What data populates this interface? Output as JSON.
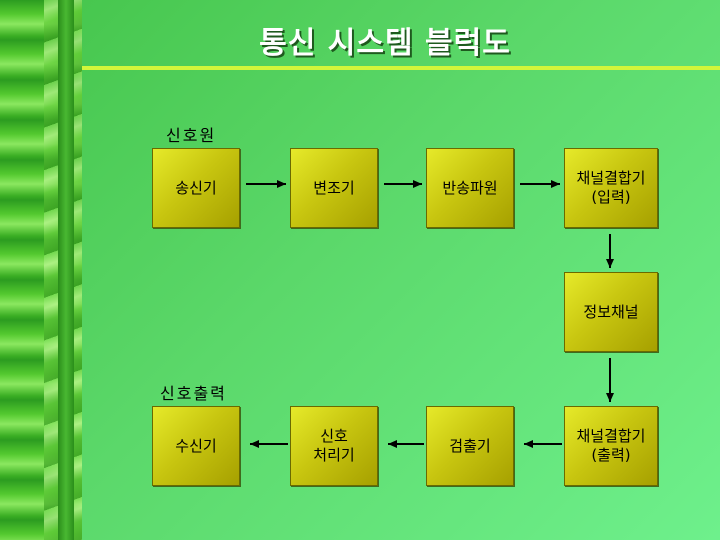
{
  "title": "통신 시스템 블럭도",
  "labels": {
    "source": "신호원",
    "output": "신호출력"
  },
  "boxes": {
    "transmitter": "송신기",
    "modulator": "변조기",
    "carrier": "반송파원",
    "coupler_in": "채널결합기\n(입력)",
    "channel": "정보채널",
    "receiver": "수신기",
    "processor": "신호\n처리기",
    "detector": "검출기",
    "coupler_out": "채널결합기\n(출력)"
  },
  "colors": {
    "box": "#c8c610",
    "accent_line": "#d2f63a",
    "background": "#5bd86a"
  }
}
